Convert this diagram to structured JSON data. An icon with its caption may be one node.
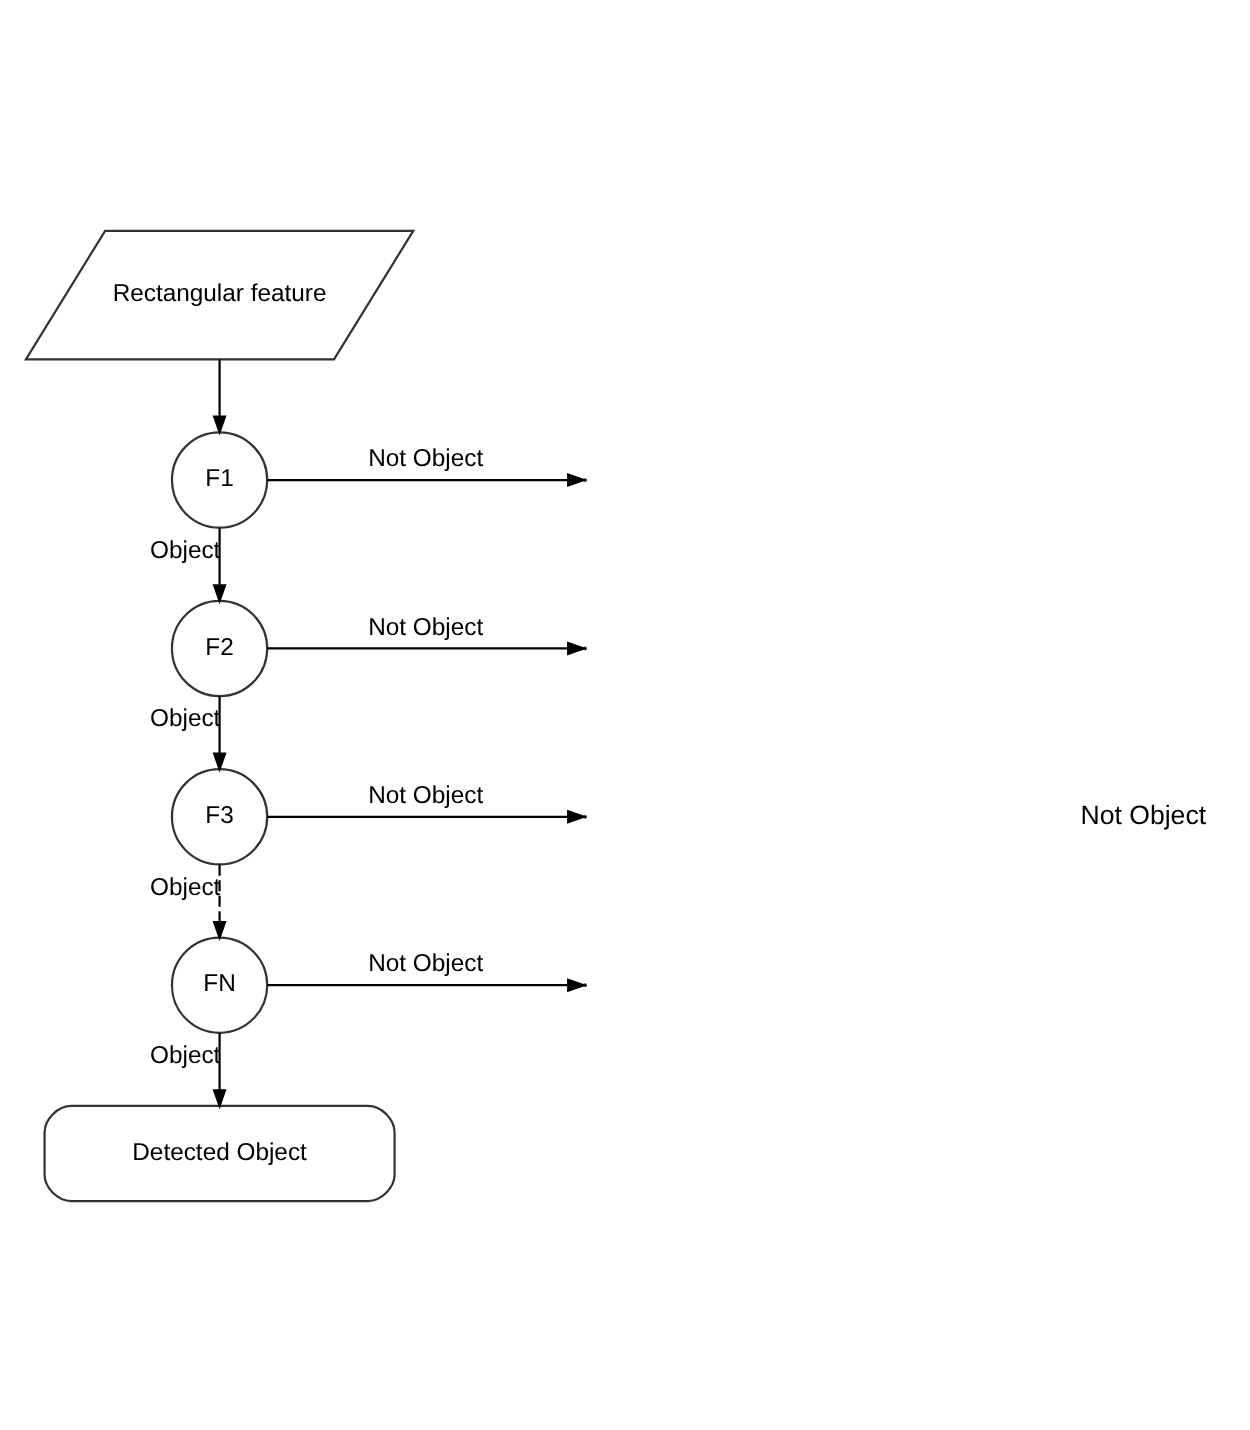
{
  "diagram": {
    "nodes": [
      {
        "text": [
          "Rectangular feature"
        ]
      },
      {
        "text": [
          "F1"
        ]
      },
      {
        "text": [
          "F2"
        ]
      },
      {
        "text": [
          "F3"
        ]
      },
      {
        "text": [
          "FN"
        ]
      },
      {
        "text": [
          "Detected Object"
        ]
      }
    ],
    "edges": [
      {
        "from": 0,
        "to": 1,
        "arrow": "to"
      },
      {
        "from": 1,
        "to": 2,
        "arrow": "to",
        "label": "Object"
      },
      {
        "from": 2,
        "to": 3,
        "arrow": "to",
        "label": "Object"
      },
      {
        "from": 3,
        "to": 4,
        "arrow": "to",
        "label": "Object",
        "style": "dashed"
      },
      {
        "from": 4,
        "to": 5,
        "arrow": "to",
        "label": "Object"
      },
      {
        "from": 1,
        "to": null,
        "arrow": "to",
        "label": "Not Object"
      },
      {
        "from": 2,
        "to": null,
        "arrow": "to",
        "label": "Not Object"
      },
      {
        "from": 3,
        "to": null,
        "arrow": "to",
        "label": "Not Object"
      },
      {
        "from": 4,
        "to": null,
        "arrow": "to",
        "label": "Not Object"
      }
    ],
    "labels": [
      "Not Object"
    ]
  }
}
